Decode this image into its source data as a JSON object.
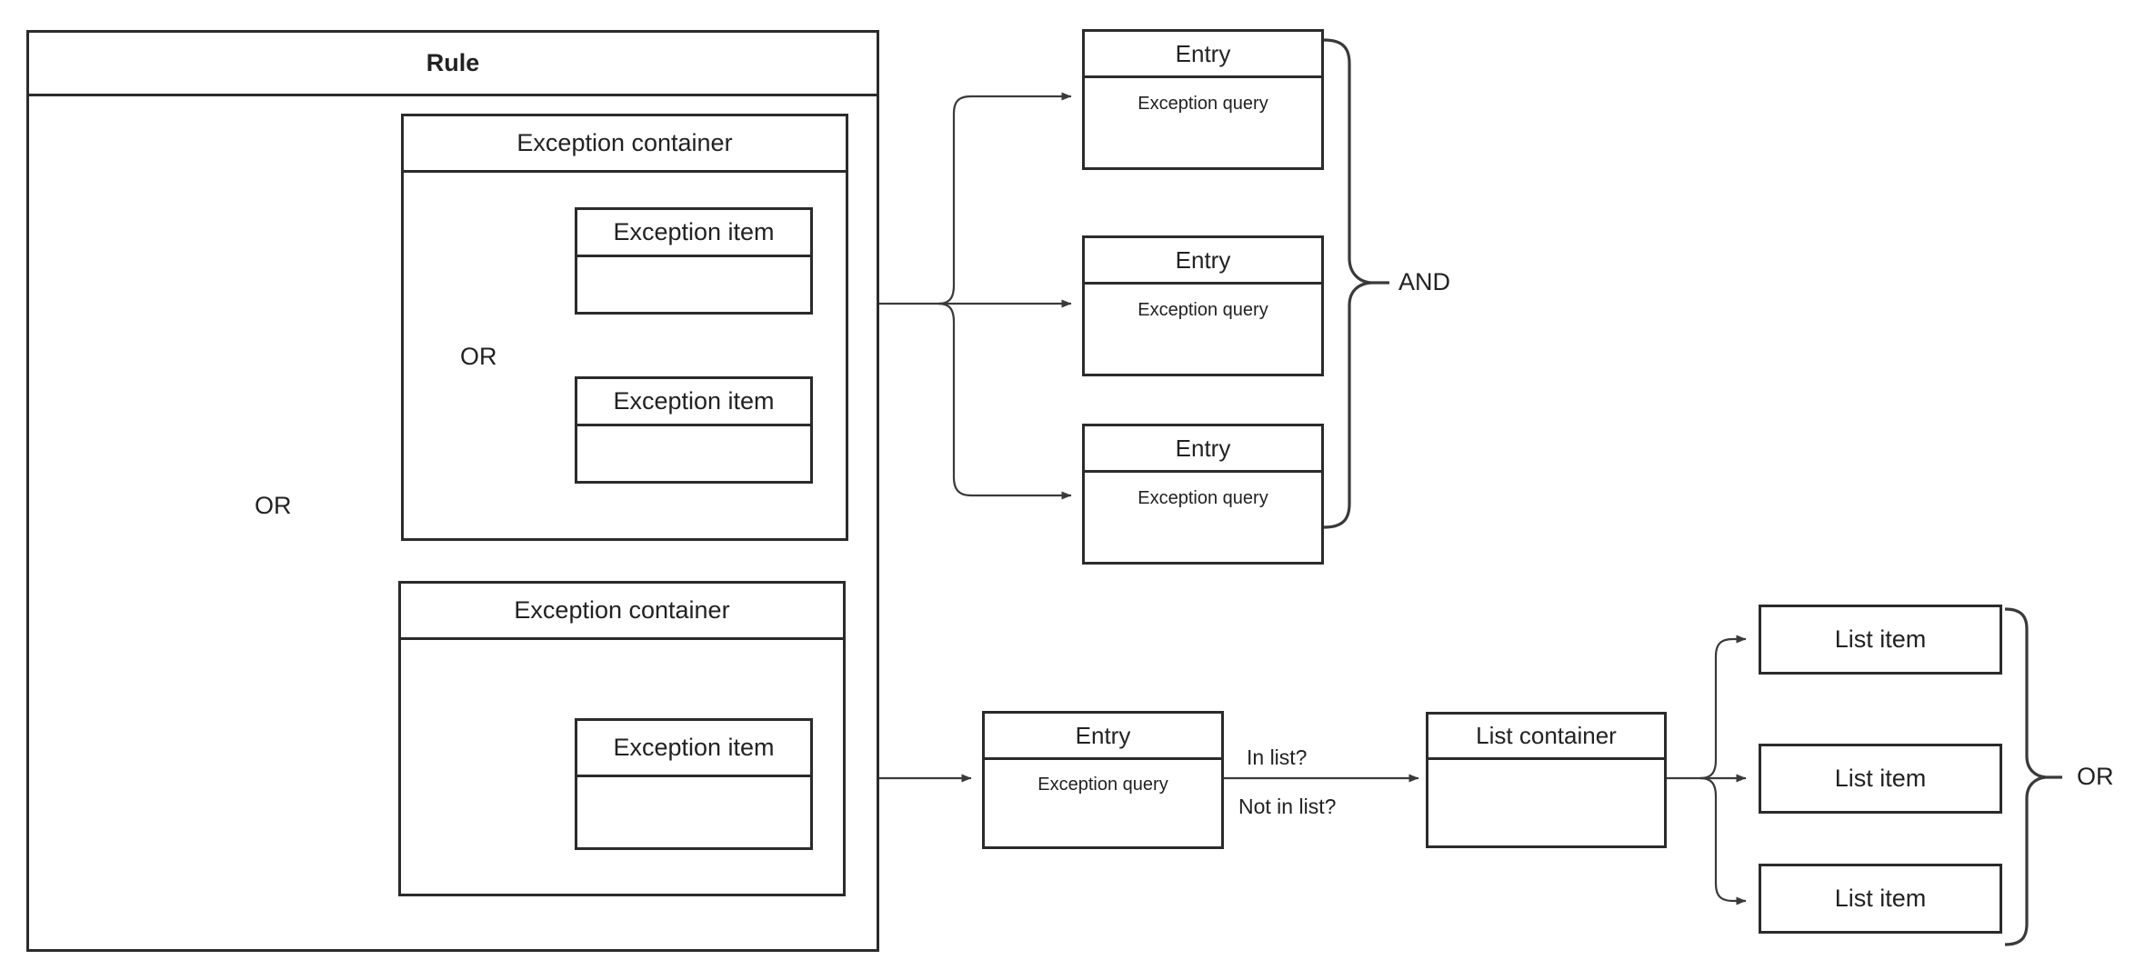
{
  "diagram": {
    "title": "Rule",
    "operators": {
      "outer_or": "OR",
      "inner_or": "OR",
      "entries_and": "AND",
      "list_or": "OR"
    },
    "edge_labels": {
      "in_list": "In list?",
      "not_in_list": "Not in list?"
    },
    "exception_containers": [
      {
        "title": "Exception container",
        "operator": "OR",
        "items": [
          {
            "title": "Exception item",
            "body": ""
          },
          {
            "title": "Exception item",
            "body": ""
          }
        ]
      },
      {
        "title": "Exception container",
        "operator": "",
        "items": [
          {
            "title": "Exception item",
            "body": ""
          }
        ]
      }
    ],
    "entries": [
      {
        "title": "Entry",
        "body": "Exception query"
      },
      {
        "title": "Entry",
        "body": "Exception query"
      },
      {
        "title": "Entry",
        "body": "Exception query"
      }
    ],
    "list_entry": {
      "title": "Entry",
      "body": "Exception query"
    },
    "list_container": {
      "title": "List container",
      "body": ""
    },
    "list_items": [
      {
        "title": "List item"
      },
      {
        "title": "List item"
      },
      {
        "title": "List item"
      }
    ],
    "colors": {
      "stroke": "#2b2b2b",
      "connector": "#3a3a3a",
      "background": "#ffffff",
      "text": "#222222"
    }
  }
}
